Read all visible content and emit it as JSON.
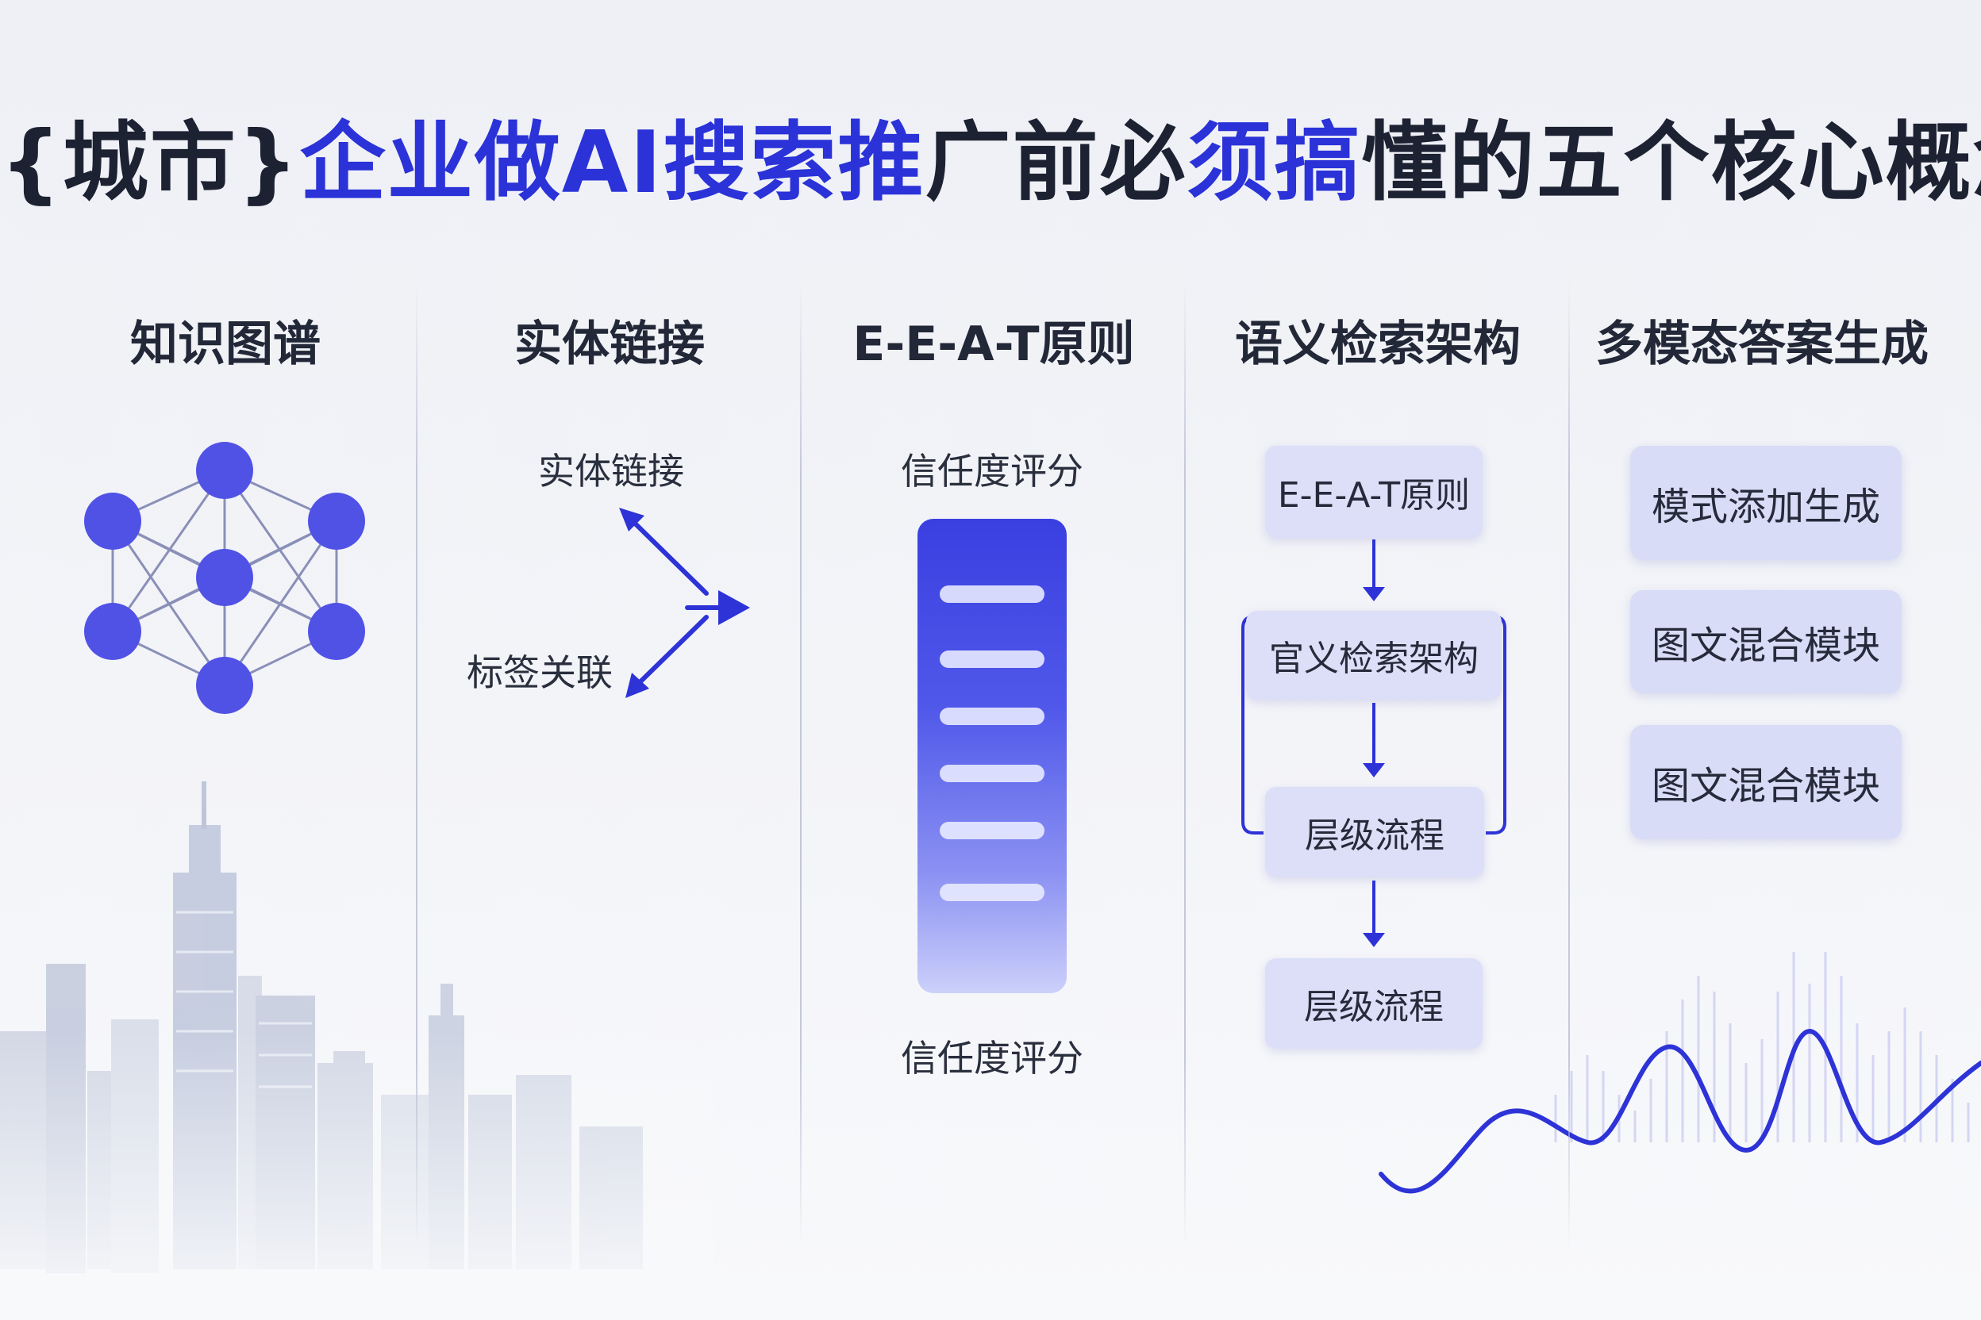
{
  "title": {
    "parts": [
      {
        "text": "{城市}",
        "highlight": false
      },
      {
        "text": "企业做AI搜索推",
        "highlight": true
      },
      {
        "text": "广前必",
        "highlight": false
      },
      {
        "text": "须搞",
        "highlight": true
      },
      {
        "text": "懂的五个核心概念",
        "highlight": false
      }
    ]
  },
  "colors": {
    "accent": "#2a32d8",
    "node": "#5052e6",
    "box": "#dcdff7",
    "text": "#1d2233"
  },
  "columns": [
    {
      "title": "知识图谱",
      "icon": "network-graph-icon"
    },
    {
      "title": "实体链接",
      "labels": [
        "实体链接",
        "标签关联"
      ],
      "icon": "branch-arrows-icon"
    },
    {
      "title": "E-E-A-T原则",
      "labels": [
        "信任度评分",
        "信任度评分"
      ],
      "icon": "server-stack-icon"
    },
    {
      "title": "语义检索架构",
      "boxes": [
        "E-E-A-T原则",
        "官义检索架构",
        "层级流程",
        "层级流程"
      ]
    },
    {
      "title": "多模态答案生成",
      "boxes": [
        "模式添加生成",
        "图文混合模块",
        "图文混合模块"
      ],
      "icon": "waveform-icon"
    }
  ]
}
